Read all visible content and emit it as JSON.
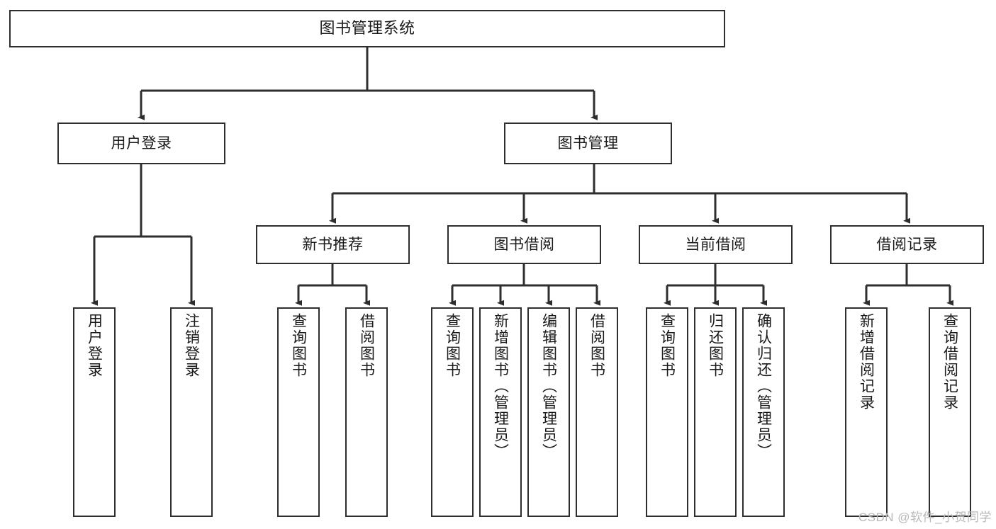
{
  "diagram": {
    "title": "图书管理系统",
    "watermark": "CSDN @软件_小贺同学",
    "colors": {
      "stroke": "#2e2e2e",
      "fill": "#ffffff",
      "text": "#1a1a1a",
      "watermark": "#b8b8b8"
    },
    "nodes": {
      "root": {
        "label": "图书管理系统"
      },
      "level2": [
        {
          "key": "user-login",
          "label": "用户登录"
        },
        {
          "key": "book-manage",
          "label": "图书管理"
        }
      ],
      "level3": [
        {
          "key": "new-book-recommend",
          "label": "新书推荐"
        },
        {
          "key": "book-borrow",
          "label": "图书借阅"
        },
        {
          "key": "current-borrow",
          "label": "当前借阅"
        },
        {
          "key": "borrow-record",
          "label": "借阅记录"
        }
      ],
      "leaves": [
        {
          "key": "leaf-user-login",
          "label": "用户登录",
          "parent": "user-login"
        },
        {
          "key": "leaf-logout-login",
          "label": "注销登录",
          "parent": "user-login"
        },
        {
          "key": "leaf-query-book-1",
          "label": "查询图书",
          "parent": "new-book-recommend"
        },
        {
          "key": "leaf-borrow-book-1",
          "label": "借阅图书",
          "parent": "new-book-recommend"
        },
        {
          "key": "leaf-query-book-2",
          "label": "查询图书",
          "parent": "book-borrow"
        },
        {
          "key": "leaf-add-book",
          "label": "新增图书（管理员）",
          "parent": "book-borrow"
        },
        {
          "key": "leaf-edit-book",
          "label": "编辑图书（管理员）",
          "parent": "book-borrow"
        },
        {
          "key": "leaf-borrow-book-2",
          "label": "借阅图书",
          "parent": "book-borrow"
        },
        {
          "key": "leaf-query-book-3",
          "label": "查询图书",
          "parent": "current-borrow"
        },
        {
          "key": "leaf-return-book",
          "label": "归还图书",
          "parent": "current-borrow"
        },
        {
          "key": "leaf-confirm-return",
          "label": "确认归还（管理员）",
          "parent": "current-borrow"
        },
        {
          "key": "leaf-add-record",
          "label": "新增借阅记录",
          "parent": "borrow-record"
        },
        {
          "key": "leaf-query-record",
          "label": "查询借阅记录",
          "parent": "borrow-record"
        }
      ]
    }
  }
}
